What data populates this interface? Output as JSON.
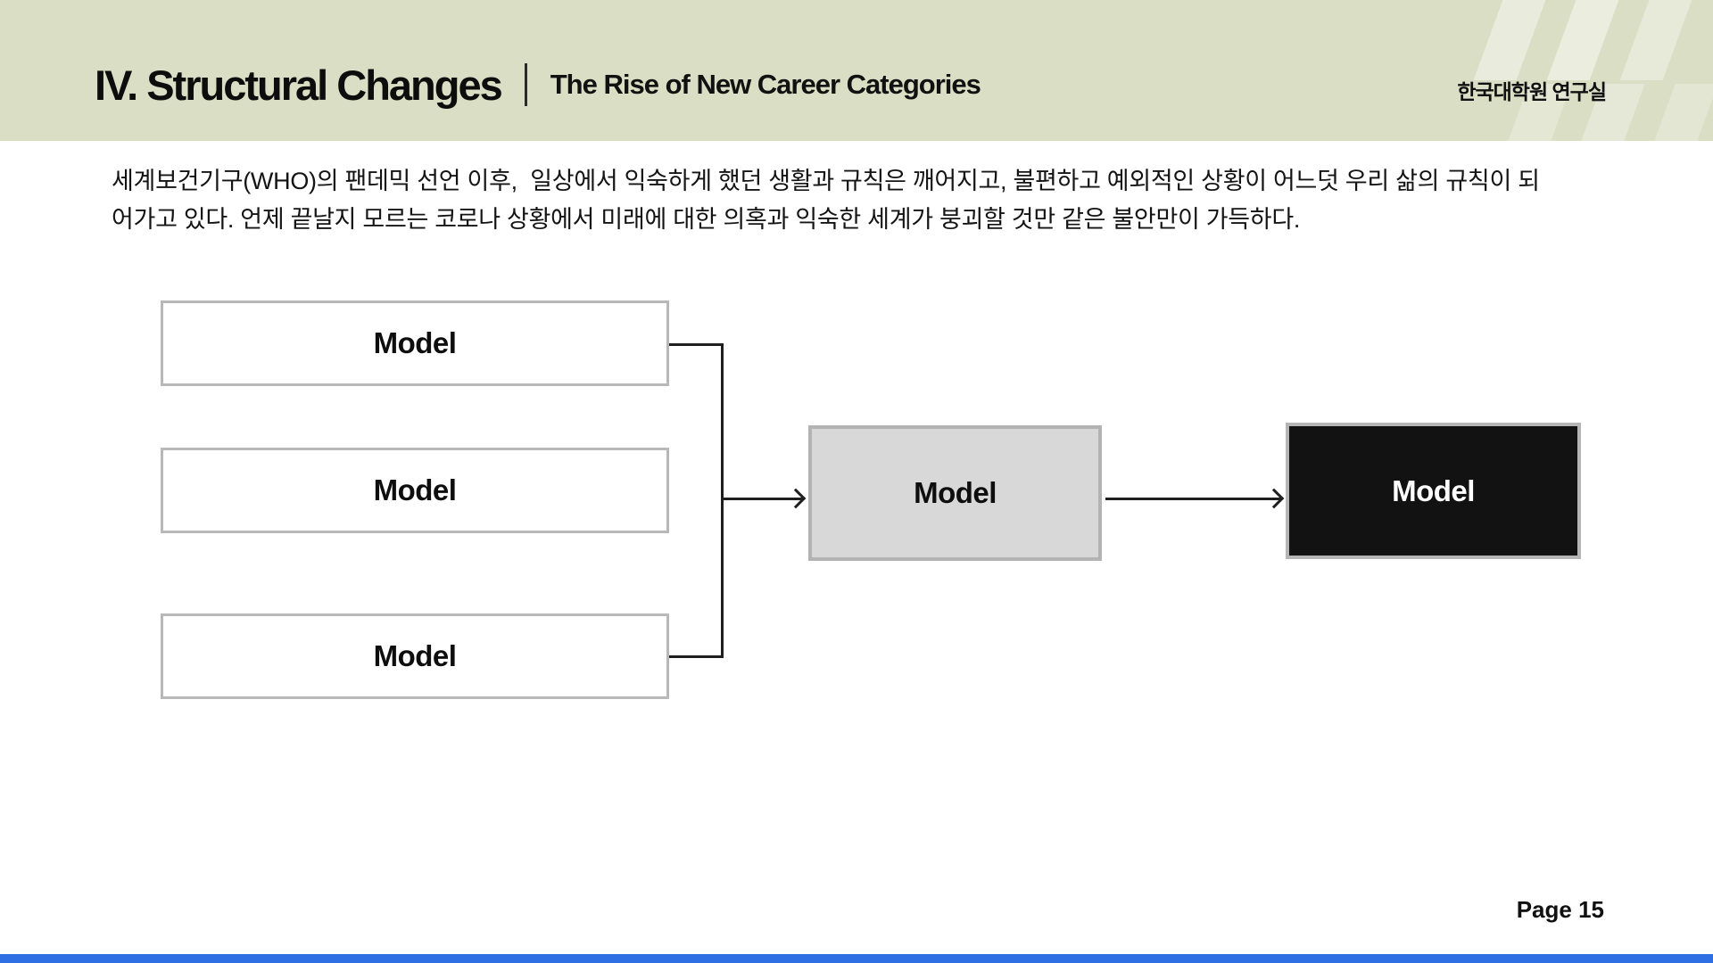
{
  "header": {
    "title": "IV. Structural Changes",
    "subtitle": "The Rise of New Career Categories",
    "org": "한국대학원 연구실",
    "bg_color": "#dadec4"
  },
  "body": {
    "paragraph_lines": {
      "line1": "세계보건기구(WHO)의 팬데믹 선언 이후,  일상에서 익숙하게 했던 생활과 규칙은 깨어지고, 불편하고 예외적인 상황이 어느덧 우리 삶의 규칙이 되",
      "line2": "어가고 있다. 언제 끝날지 모르는 코로나 상황에서 미래에 대한 의혹과 익숙한 세계가 붕괴할 것만 같은 불안만이 가득하다."
    }
  },
  "diagram": {
    "source_boxes": [
      {
        "label": "Model"
      },
      {
        "label": "Model"
      },
      {
        "label": "Model"
      }
    ],
    "middle_box": {
      "label": "Model",
      "fill": "#d8d8d8"
    },
    "final_box": {
      "label": "Model",
      "fill": "#121212"
    },
    "line_color": "#1f1f1f",
    "box_border_color": "#b5b5b5"
  },
  "footer": {
    "page_label": "Page 15",
    "accent_color": "#2f6fe4"
  }
}
